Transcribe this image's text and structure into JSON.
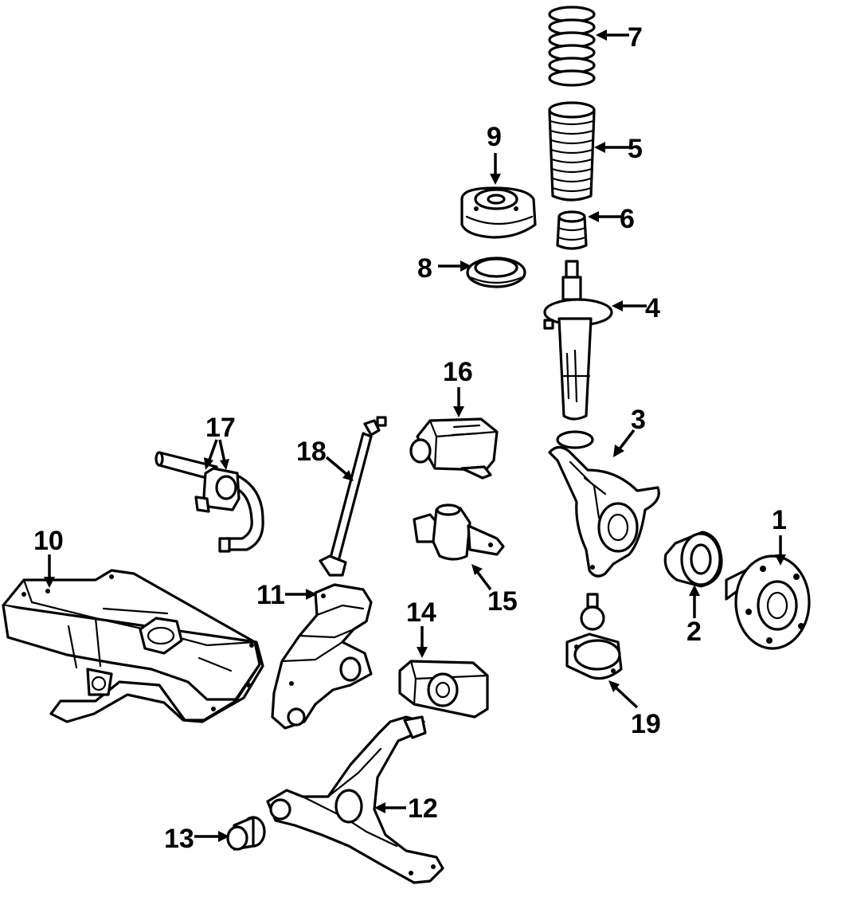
{
  "callouts": [
    {
      "id": "1",
      "label": "1",
      "part": "wheel-hub"
    },
    {
      "id": "2",
      "label": "2",
      "part": "wheel-bearing"
    },
    {
      "id": "3",
      "label": "3",
      "part": "steering-knuckle"
    },
    {
      "id": "4",
      "label": "4",
      "part": "strut"
    },
    {
      "id": "5",
      "label": "5",
      "part": "dust-boot"
    },
    {
      "id": "6",
      "label": "6",
      "part": "bump-stop"
    },
    {
      "id": "7",
      "label": "7",
      "part": "coil-spring"
    },
    {
      "id": "8",
      "label": "8",
      "part": "strut-bearing"
    },
    {
      "id": "9",
      "label": "9",
      "part": "strut-mount"
    },
    {
      "id": "10",
      "label": "10",
      "part": "subframe"
    },
    {
      "id": "11",
      "label": "11",
      "part": "bracket"
    },
    {
      "id": "12",
      "label": "12",
      "part": "lower-control-arm"
    },
    {
      "id": "13",
      "label": "13",
      "part": "front-bushing"
    },
    {
      "id": "14",
      "label": "14",
      "part": "rear-bushing"
    },
    {
      "id": "15",
      "label": "15",
      "part": "mount"
    },
    {
      "id": "16",
      "label": "16",
      "part": "mount"
    },
    {
      "id": "17",
      "label": "17",
      "part": "stabilizer-bar-bushing"
    },
    {
      "id": "18",
      "label": "18",
      "part": "stabilizer-link"
    },
    {
      "id": "19",
      "label": "19",
      "part": "ball-joint"
    }
  ]
}
